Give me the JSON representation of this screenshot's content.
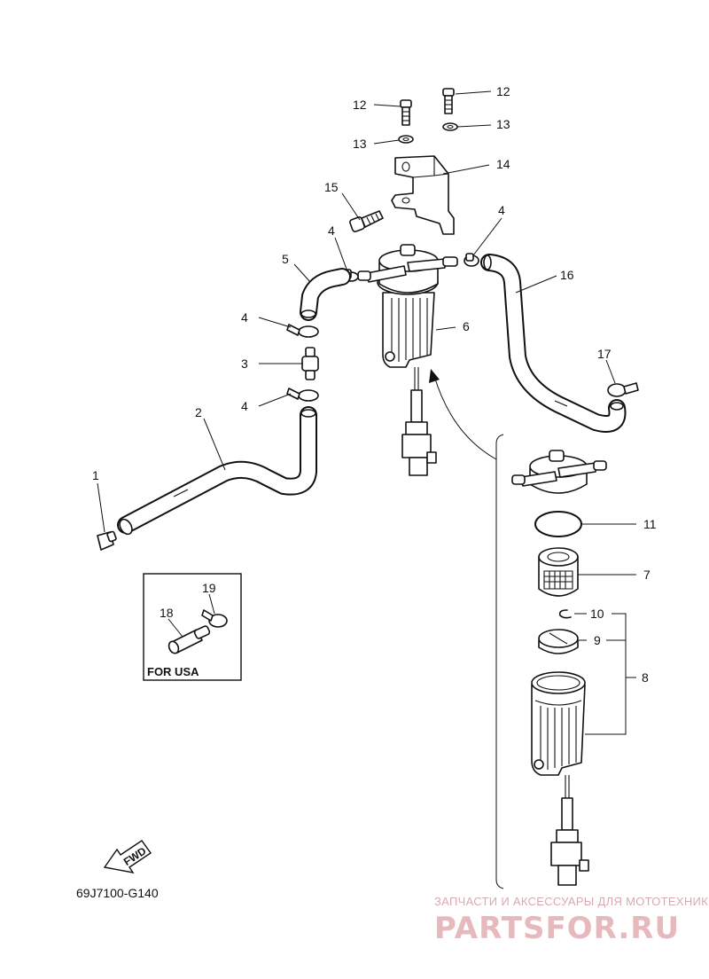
{
  "diagram": {
    "code": "69J7100-G140",
    "inset_title": "FOR USA",
    "fwd_label": "FWD",
    "callouts": {
      "c1": "1",
      "c2": "2",
      "c3": "3",
      "c4a": "4",
      "c4b": "4",
      "c4c": "4",
      "c4d": "4",
      "c5": "5",
      "c6": "6",
      "c7": "7",
      "c8": "8",
      "c9": "9",
      "c10": "10",
      "c11": "11",
      "c12a": "12",
      "c12b": "12",
      "c13a": "13",
      "c13b": "13",
      "c14": "14",
      "c15": "15",
      "c16": "16",
      "c17": "17",
      "c18": "18",
      "c19": "19"
    }
  },
  "watermark": {
    "subtitle": "ЗАПЧАСТИ И АКСЕССУАРЫ ДЛЯ МОТОТЕХНИКИ",
    "brand": "PARTSFOR.RU"
  }
}
